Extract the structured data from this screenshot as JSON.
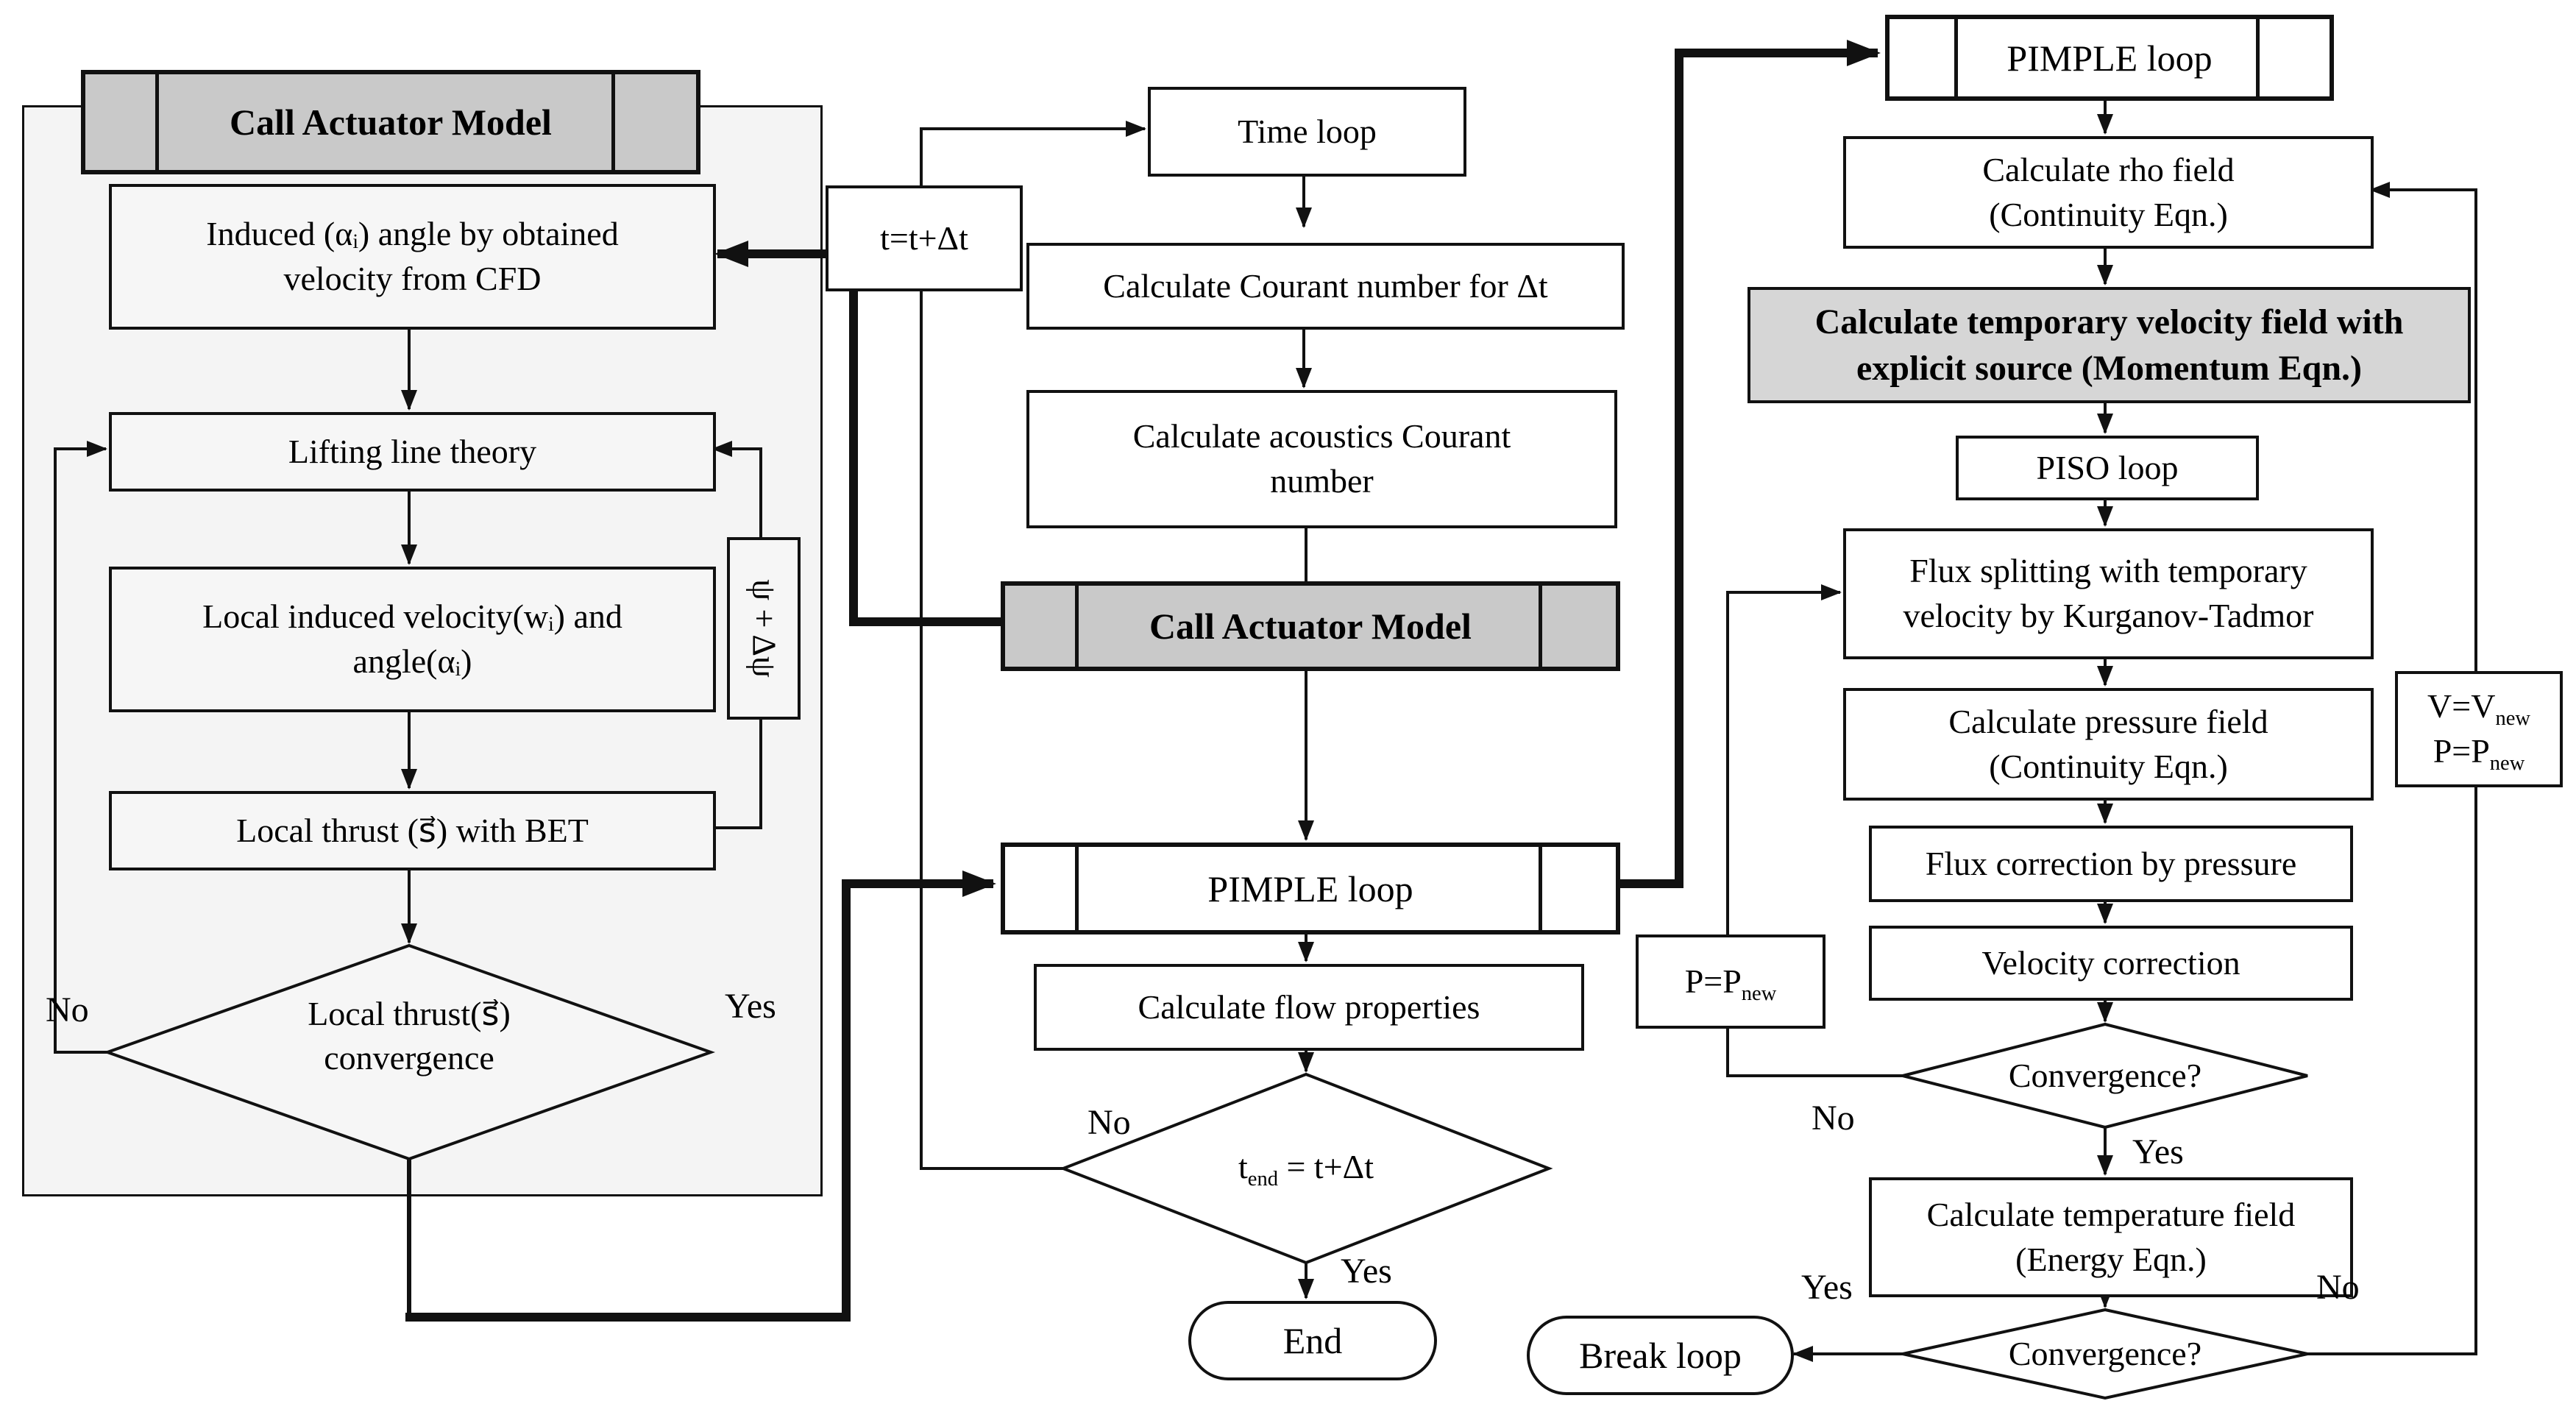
{
  "colors": {
    "line": "#111111",
    "panel": "#f4f4f4",
    "boxlight": "#f6f6f6",
    "srgray": "#c9c9c9",
    "momgray": "#d6d6d6",
    "white": "#ffffff"
  },
  "left_panel": {
    "header": "Call Actuator Model",
    "induced_line1": "Induced (αᵢ) angle by obtained",
    "induced_line2": "velocity from CFD",
    "lifting": "Lifting line theory",
    "local_induced_line1": "Local induced velocity(wᵢ) and",
    "local_induced_line2": "angle(αᵢ)",
    "local_thrust": "Local thrust (s⃗) with BET",
    "diamond_line1": "Local thrust(s⃗)",
    "diamond_line2": "convergence",
    "psi_label": "ψ + Δψ",
    "no_label": "No",
    "yes_label": "Yes"
  },
  "middle": {
    "t_update": "t=t+Δt",
    "time_loop": "Time loop",
    "courant": "Calculate Courant number for Δt",
    "acoustics_line1": "Calculate acoustics Courant",
    "acoustics_line2": "number",
    "call_actuator": "Call Actuator Model",
    "pimple": "PIMPLE loop",
    "flow_props": "Calculate flow properties",
    "tend_pre": "t",
    "tend_sub": "end",
    "tend_post": " = t+Δt",
    "end_label": "End",
    "no_label": "No",
    "yes_label": "Yes"
  },
  "right": {
    "pimple": "PIMPLE loop",
    "rho_line1": "Calculate rho field",
    "rho_line2": "(Continuity Eqn.)",
    "momentum_line1": "Calculate temporary velocity field with",
    "momentum_line2": "explicit source (Momentum Eqn.)",
    "piso": "PISO loop",
    "flux_split_line1": "Flux splitting with temporary",
    "flux_split_line2": "velocity by Kurganov-Tadmor",
    "pressure_line1": "Calculate pressure field",
    "pressure_line2": "(Continuity Eqn.)",
    "flux_corr": "Flux correction by pressure",
    "vel_corr": "Velocity correction",
    "conv1": "Convergence?",
    "conv2": "Convergence?",
    "p_update_pre": "P=P",
    "p_update_sub": "new",
    "v_update_line1_pre": "V=V",
    "v_update_line1_sub": "new",
    "v_update_line2_pre": "P=P",
    "v_update_line2_sub": "new",
    "temperature_line1": "Calculate temperature field",
    "temperature_line2": "(Energy Eqn.)",
    "break_loop": "Break loop",
    "no1_label": "No",
    "yes1_label": "Yes",
    "yes2_label": "Yes",
    "no2_label": "No"
  }
}
